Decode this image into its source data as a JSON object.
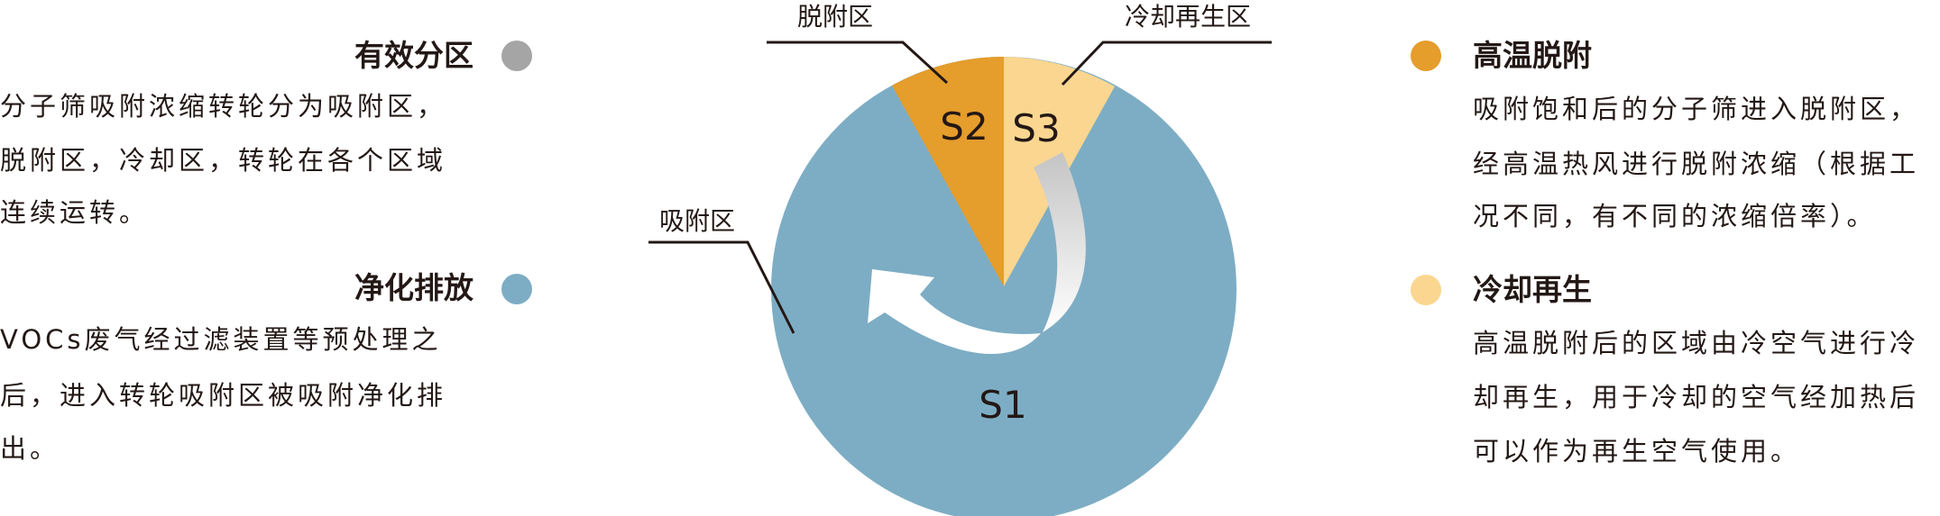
{
  "left": {
    "sections": [
      {
        "title": "有效分区",
        "dot_color": "#A5A5A5",
        "lines": [
          "分子筛吸附浓缩转轮分为吸附区，",
          "脱附区，冷却区，转轮在各个区域",
          "连续运转。"
        ]
      },
      {
        "title": "净化排放",
        "dot_color": "#7DADC4",
        "lines": [
          "VOCs废气经过滤装置等预处理之",
          "后，进入转轮吸附区被吸附净化排",
          "出。"
        ]
      }
    ]
  },
  "right": {
    "sections": [
      {
        "title": "高温脱附",
        "dot_color": "#E59D2B",
        "lines": [
          "吸附饱和后的分子筛进入脱附区，",
          "经高温热风进行脱附浓缩（根据工",
          "况不同，有不同的浓缩倍率）。"
        ]
      },
      {
        "title": "冷却再生",
        "dot_color": "#FAD690",
        "lines": [
          "高温脱附后的区域由冷空气进行冷",
          "却再生，用于冷却的空气经加热后",
          "可以作为再生空气使用。"
        ]
      }
    ]
  },
  "wheel": {
    "zones": [
      {
        "id": "S1",
        "name": "吸附区",
        "color": "#7DADC4"
      },
      {
        "id": "S2",
        "name": "脱附区",
        "color": "#E59D2B"
      },
      {
        "id": "S3",
        "name": "冷却再生区",
        "color": "#FAD690"
      }
    ],
    "rotation_arrows": [
      "white-curved-arrow",
      "gray-curved-arrow"
    ]
  }
}
